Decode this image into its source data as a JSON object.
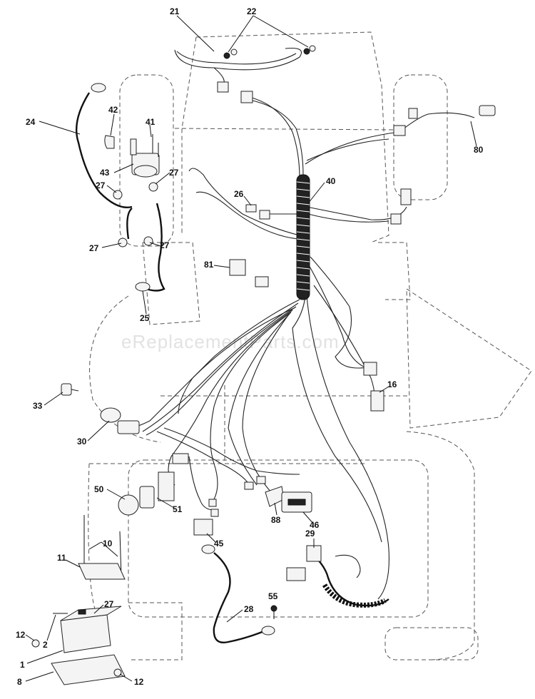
{
  "watermark": "eReplacementParts.com",
  "callouts": {
    "c21": "21",
    "c22": "22",
    "c24": "24",
    "c42": "42",
    "c41": "41",
    "c43": "43",
    "c27a": "27",
    "c27b": "27",
    "c27c": "27",
    "c27d": "27",
    "c26": "26",
    "c40": "40",
    "c80": "80",
    "c81": "81",
    "c25": "25",
    "c16": "16",
    "c33": "33",
    "c30": "30",
    "c50": "50",
    "c51": "51",
    "c88": "88",
    "c46": "46",
    "c29": "29",
    "c45": "45",
    "c11": "11",
    "c10": "10",
    "c27e": "27",
    "c55": "55",
    "c28": "28",
    "c12a": "12",
    "c2": "2",
    "c1": "1",
    "c8": "8",
    "c12b": "12"
  }
}
